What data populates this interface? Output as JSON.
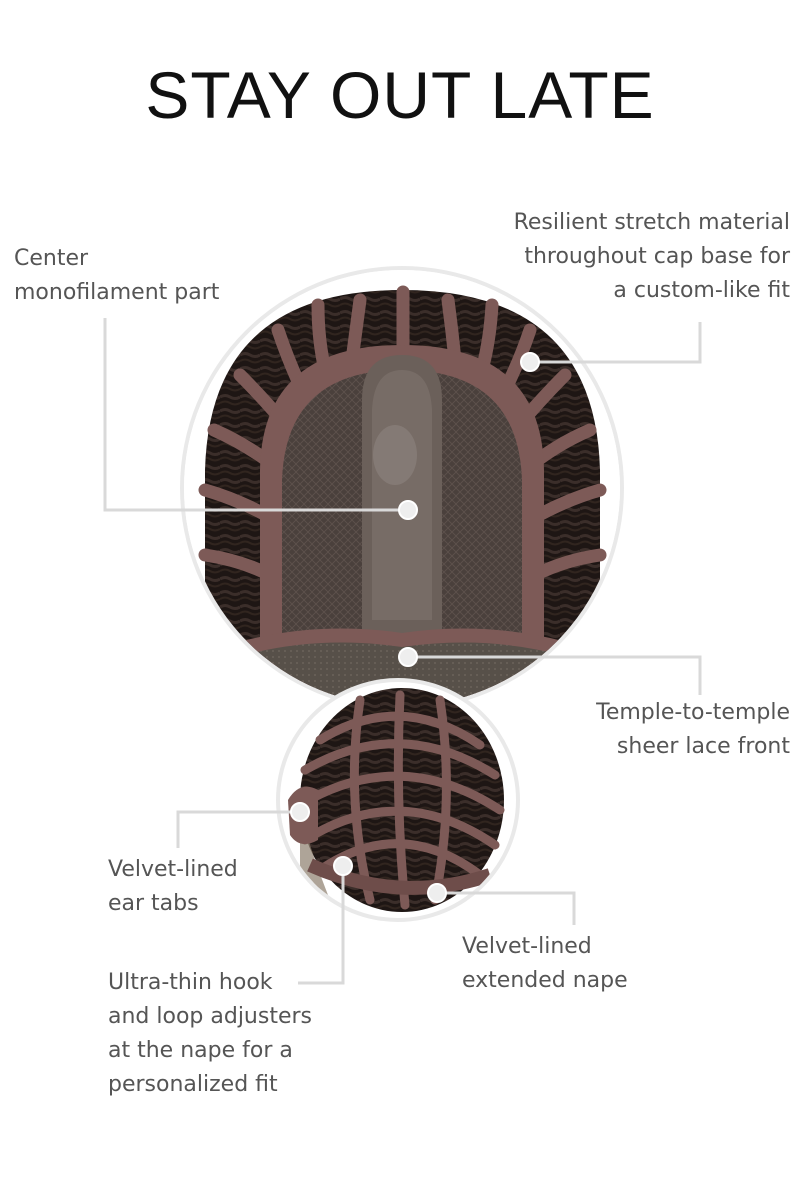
{
  "title": "STAY OUT LATE",
  "callouts": {
    "center_part": [
      "Center",
      "monofilament part"
    ],
    "stretch_material": [
      "Resilient stretch material",
      "throughout cap base for",
      "a custom-like fit"
    ],
    "lace_front": [
      "Temple-to-temple",
      "sheer lace front"
    ],
    "ear_tabs": [
      "Velvet-lined",
      "ear tabs"
    ],
    "nape": [
      "Velvet-lined",
      "extended nape"
    ],
    "adjusters": [
      "Ultra-thin hook",
      "and loop adjusters",
      "at the nape for a",
      "personalized fit"
    ]
  },
  "colors": {
    "cap_dark": "#2a1f1c",
    "ribbon": "#7d5a57",
    "lace": "#5a4e48",
    "leader_line": "#d9d9d9",
    "text": "#555555"
  }
}
